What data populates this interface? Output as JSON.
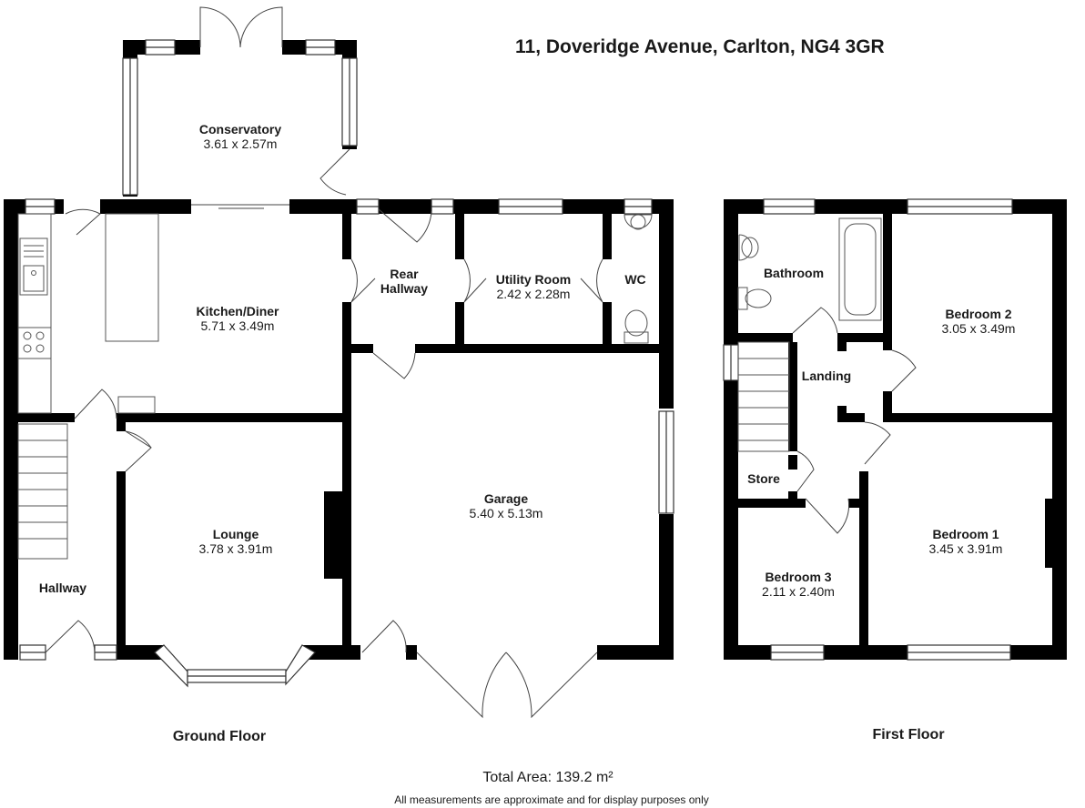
{
  "title": "11, Doveridge Avenue, Carlton, NG4 3GR",
  "floors": {
    "ground": "Ground Floor",
    "first": "First Floor"
  },
  "rooms": {
    "conservatory": {
      "name": "Conservatory",
      "dims": "3.61 x 2.57m"
    },
    "kitchen": {
      "name": "Kitchen/Diner",
      "dims": "5.71 x 3.49m"
    },
    "rear_hallway": {
      "name_line1": "Rear",
      "name_line2": "Hallway"
    },
    "utility": {
      "name": "Utility Room",
      "dims": "2.42 x 2.28m"
    },
    "wc": {
      "name": "WC"
    },
    "lounge": {
      "name": "Lounge",
      "dims": "3.78 x 3.91m"
    },
    "hallway": {
      "name": "Hallway"
    },
    "garage": {
      "name": "Garage",
      "dims": "5.40 x 5.13m"
    },
    "bathroom": {
      "name": "Bathroom"
    },
    "bedroom2": {
      "name": "Bedroom 2",
      "dims": "3.05 x 3.49m"
    },
    "landing": {
      "name": "Landing"
    },
    "store": {
      "name": "Store"
    },
    "bedroom1": {
      "name": "Bedroom 1",
      "dims": "3.45 x 3.91m"
    },
    "bedroom3": {
      "name": "Bedroom 3",
      "dims": "2.11 x 2.40m"
    }
  },
  "total_area": "Total Area: 139.2 m²",
  "disclaimer": "All measurements are approximate and for display purposes only",
  "colors": {
    "wall": "#000000",
    "line": "#333333",
    "background": "#ffffff"
  }
}
